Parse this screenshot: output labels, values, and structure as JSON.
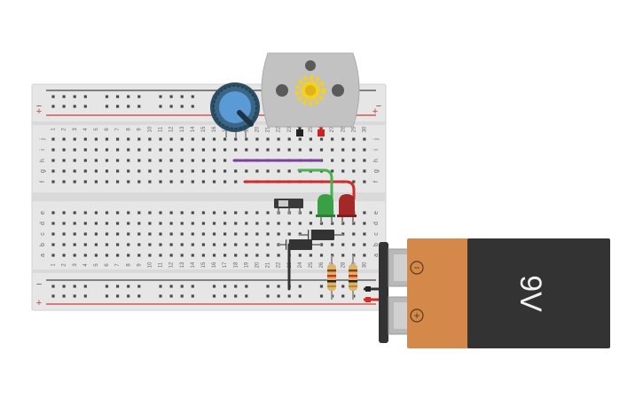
{
  "breadboard": {
    "rail_minus": "−",
    "rail_plus": "+",
    "column_numbers": [
      "1",
      "2",
      "3",
      "4",
      "5",
      "6",
      "7",
      "8",
      "9",
      "10",
      "11",
      "12",
      "13",
      "14",
      "15",
      "16",
      "17",
      "18",
      "19",
      "20",
      "21",
      "22",
      "23",
      "24",
      "25",
      "26",
      "27",
      "28",
      "29",
      "30"
    ],
    "top_row_letters": [
      "j",
      "i",
      "h",
      "g",
      "f"
    ],
    "bottom_row_letters": [
      "e",
      "d",
      "c",
      "b",
      "a"
    ]
  },
  "battery": {
    "label": "9V",
    "minus_symbol": "−",
    "plus_symbol": "+"
  },
  "components": {
    "potentiometer": "potentiometer",
    "dc_motor": "dc-motor",
    "slide_switch": "slide-switch",
    "led_green": "green-led",
    "led_red": "red-led",
    "diode_1": "diode",
    "diode_2": "diode",
    "resistor_1": "resistor",
    "resistor_2": "resistor"
  },
  "colors": {
    "board": "#e6e6e6",
    "hole": "#4a4a4a",
    "rail_red": "#d23b3b",
    "rail_dark": "#444444",
    "wire_purple": "#7b3fa0",
    "wire_red": "#d42a2a",
    "wire_green": "#4caf50",
    "battery_copper": "#d4894a",
    "battery_body": "#333333",
    "motor_body": "#c2c2c2",
    "motor_gear": "#f2cf2a",
    "pot_blue": "#5b9bd5",
    "pot_ring": "#2d4d63"
  }
}
